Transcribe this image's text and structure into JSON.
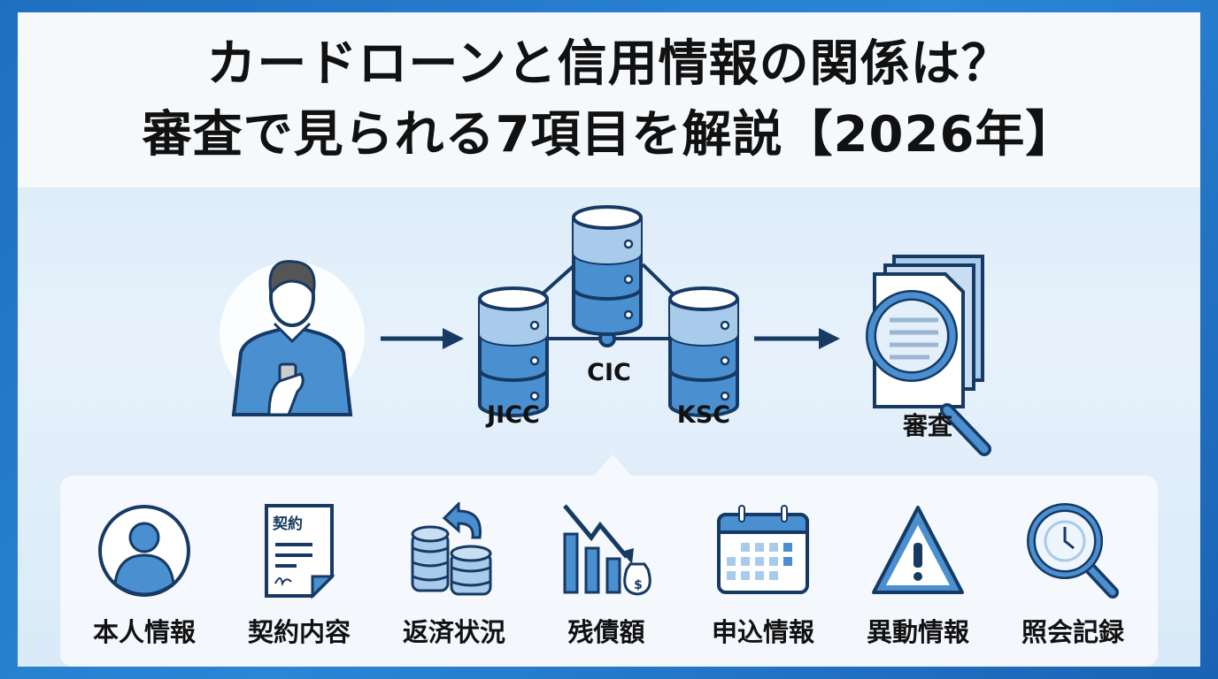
{
  "title": {
    "line1": "カードローンと信用情報の関係は？",
    "line2": "審査で見られる7項目を解説【2026年】"
  },
  "flow": {
    "agencies": {
      "cic": "CIC",
      "jicc": "JICC",
      "ksc": "KSC"
    },
    "result_label": "審査"
  },
  "items": [
    {
      "label": "本人情報",
      "icon": "person-icon"
    },
    {
      "label": "契約内容",
      "icon": "contract-document-icon",
      "icon_text": "契約"
    },
    {
      "label": "返済状況",
      "icon": "coins-return-icon"
    },
    {
      "label": "残債額",
      "icon": "declining-bar-chart-icon"
    },
    {
      "label": "申込情報",
      "icon": "calendar-icon"
    },
    {
      "label": "異動情報",
      "icon": "warning-triangle-icon"
    },
    {
      "label": "照会記録",
      "icon": "magnifier-clock-icon"
    }
  ],
  "colors": {
    "primary": "#4a8fd0",
    "dark": "#163a63",
    "light": "#a9cbeb",
    "bg": "#e3eff9"
  }
}
